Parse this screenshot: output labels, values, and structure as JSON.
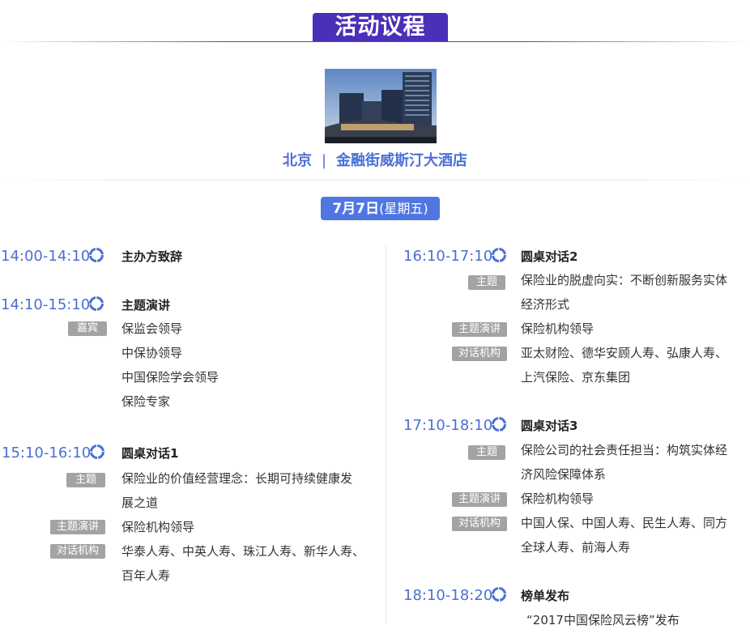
{
  "header": {
    "title": "活动议程"
  },
  "venue": {
    "city": "北京",
    "separator": "|",
    "hotel": "金融街威斯汀大酒店"
  },
  "date": {
    "day": "7月7日",
    "weekday": "(星期五)"
  },
  "left_sessions": [
    {
      "time": "14:00-14:10",
      "title": "主办方致辞",
      "rows": []
    },
    {
      "time": "14:10-15:10",
      "title": "主题演讲",
      "rows": [
        {
          "tag": "嘉宾",
          "lines": [
            "保监会领导",
            "中保协领导",
            "中国保险学会领导",
            "保险专家"
          ]
        }
      ]
    },
    {
      "time": "15:10-16:10",
      "title": "圆桌对话1",
      "rows": [
        {
          "tag": "主题",
          "lines": [
            "保险业的价值经营理念：长期可持续健康发",
            "展之道"
          ]
        },
        {
          "tag": "主题演讲",
          "lines": [
            "保险机构领导"
          ]
        },
        {
          "tag": "对话机构",
          "lines": [
            "华泰人寿、中英人寿、珠江人寿、新华人寿、",
            "百年人寿"
          ]
        }
      ]
    }
  ],
  "right_sessions": [
    {
      "time": "16:10-17:10",
      "title": "圆桌对话2",
      "rows": [
        {
          "tag": "主题",
          "lines": [
            "保险业的脱虚向实：不断创新服务实体",
            "经济形式"
          ]
        },
        {
          "tag": "主题演讲",
          "lines": [
            "保险机构领导"
          ]
        },
        {
          "tag": "对话机构",
          "lines": [
            "亚太财险、德华安顾人寿、弘康人寿、",
            "上汽保险、京东集团"
          ]
        }
      ]
    },
    {
      "time": "17:10-18:10",
      "title": "圆桌对话3",
      "rows": [
        {
          "tag": "主题",
          "lines": [
            "保险公司的社会责任担当：构筑实体经",
            "济风险保障体系"
          ]
        },
        {
          "tag": "主题演讲",
          "lines": [
            "保险机构领导"
          ]
        },
        {
          "tag": "对话机构",
          "lines": [
            "中国人保、中国人寿、民生人寿、同方",
            "全球人寿、前海人寿"
          ]
        }
      ]
    },
    {
      "time": "18:10-18:20",
      "title": "榜单发布",
      "rows": [
        {
          "tag": "",
          "lines": [
            "“2017中国保险风云榜”发布"
          ]
        }
      ]
    }
  ],
  "colors": {
    "primary": "#4a2fb8",
    "accent": "#4a6fd6",
    "badge": "#4f76e3",
    "tag": "#a3a3a3"
  }
}
